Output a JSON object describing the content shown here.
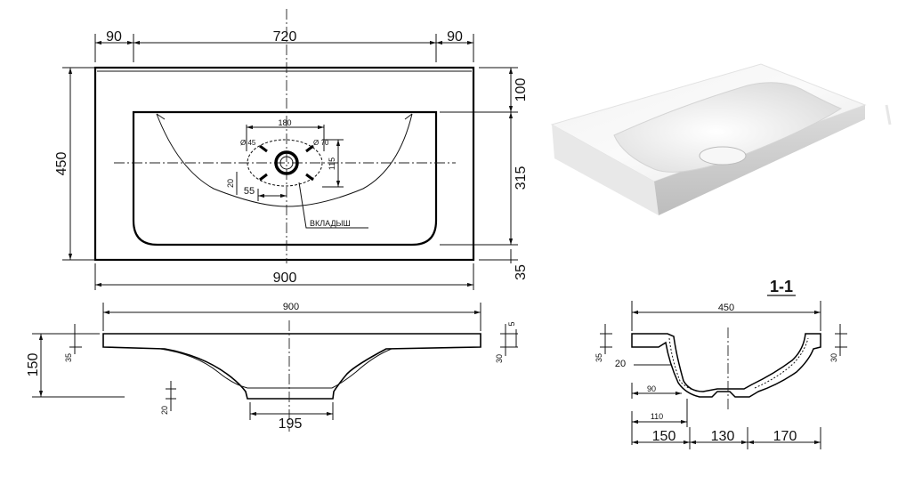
{
  "top_view": {
    "dims": {
      "left_margin": "90",
      "center": "720",
      "right_margin": "90",
      "height": "450",
      "width": "900",
      "top_offset": "100",
      "bowl_depth": "315",
      "bottom_offset": "35",
      "drain_span": "180",
      "drain_height": "115",
      "drain_offset_v": "20",
      "drain_offset_h": "55",
      "hole_small": "Ø 45",
      "hole_large": "Ø 70"
    },
    "insert_label": "ВКЛАДЫШ"
  },
  "front_view": {
    "dims": {
      "width": "900",
      "height": "150",
      "rim": "35",
      "rim_right": "30",
      "rim_top": "5",
      "base": "20",
      "drain_width": "195"
    }
  },
  "section_view": {
    "title": "1-1",
    "dims": {
      "depth": "450",
      "rim_left": "35",
      "rim_right": "30",
      "wall": "20",
      "inner": "90",
      "outer": "110",
      "seg_a": "150",
      "seg_b": "130",
      "seg_c": "170"
    }
  }
}
